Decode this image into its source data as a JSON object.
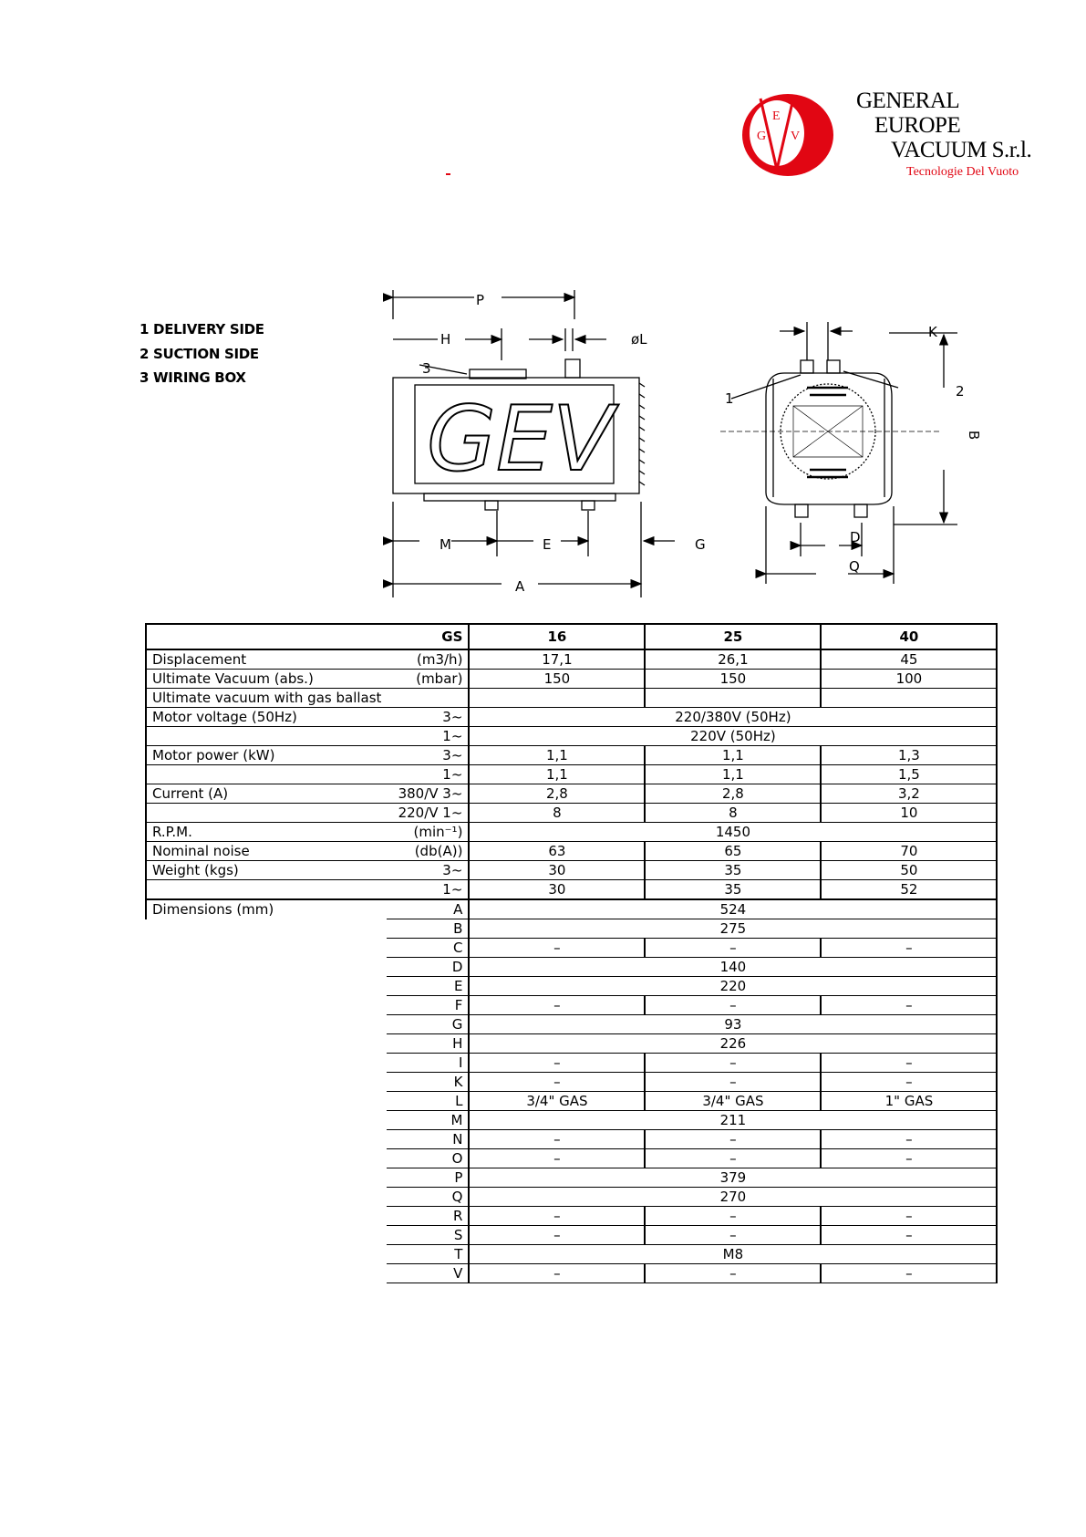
{
  "logo": {
    "letters": [
      "G",
      "E",
      "V"
    ],
    "lines": [
      "GENERAL",
      "EUROPE",
      "VACUUM  S.r.l."
    ],
    "tagline": "Tecnologie Del Vuoto",
    "colors": {
      "red": "#e10613"
    }
  },
  "legend": [
    "1  DELIVERY  SIDE",
    "2  SUCTION  SIDE",
    "3  WIRING  BOX"
  ],
  "drawing": {
    "side_text": "GEV",
    "labels": {
      "P": "P",
      "H": "H",
      "L": "øL",
      "three": "3",
      "M": "M",
      "E": "E",
      "G": "G",
      "A": "A",
      "K": "K",
      "one": "1",
      "two": "2",
      "B": "B",
      "D": "D",
      "Q": "Q"
    }
  },
  "table": {
    "header": {
      "code": "GS",
      "models": [
        "16",
        "25",
        "40"
      ]
    },
    "rows": [
      {
        "label": "Displacement",
        "sub": "(m3/h)",
        "values": [
          "17,1",
          "26,1",
          "45"
        ]
      },
      {
        "label": "Ultimate  Vacuum  (abs.)",
        "sub": "(mbar)",
        "values": [
          "150",
          "150",
          "100"
        ]
      },
      {
        "label": "Ultimate  vacuum  with  gas  ballast",
        "sub": "",
        "values": [
          "",
          "",
          ""
        ]
      },
      {
        "label": "Motor  voltage  (50Hz)",
        "sub": "3~",
        "span": "220/380V  (50Hz)"
      },
      {
        "label": "",
        "sub": "1~",
        "span": "220V  (50Hz)"
      },
      {
        "label": "Motor  power  (kW)",
        "sub": "3~",
        "values": [
          "1,1",
          "1,1",
          "1,3"
        ]
      },
      {
        "label": "",
        "sub": "1~",
        "values": [
          "1,1",
          "1,1",
          "1,5"
        ]
      },
      {
        "label": "Current  (A)",
        "sub": "380/V  3~",
        "values": [
          "2,8",
          "2,8",
          "3,2"
        ]
      },
      {
        "label": "",
        "sub": "220/V  1~",
        "values": [
          "8",
          "8",
          "10"
        ]
      },
      {
        "label": "R.P.M.",
        "sub": "(min⁻¹)",
        "span": "1450"
      },
      {
        "label": "Nominal  noise",
        "sub": "(db(A))",
        "values": [
          "63",
          "65",
          "70"
        ]
      },
      {
        "label": "Weight    (kgs)",
        "sub": "3~",
        "values": [
          "30",
          "35",
          "50"
        ]
      },
      {
        "label": "",
        "sub": "1~",
        "values": [
          "30",
          "35",
          "52"
        ]
      }
    ],
    "dimensions_label": "Dimensions    (mm)",
    "dimensions": [
      {
        "key": "A",
        "span": "524"
      },
      {
        "key": "B",
        "span": "275"
      },
      {
        "key": "C",
        "values": [
          "–",
          "–",
          "–"
        ]
      },
      {
        "key": "D",
        "span": "140"
      },
      {
        "key": "E",
        "span": "220"
      },
      {
        "key": "F",
        "values": [
          "–",
          "–",
          "–"
        ]
      },
      {
        "key": "G",
        "span": "93"
      },
      {
        "key": "H",
        "span": "226"
      },
      {
        "key": "I",
        "values": [
          "–",
          "–",
          "–"
        ]
      },
      {
        "key": "K",
        "values": [
          "–",
          "–",
          "–"
        ]
      },
      {
        "key": "L",
        "values": [
          "3/4\"  GAS",
          "3/4\"  GAS",
          "1\"  GAS"
        ]
      },
      {
        "key": "M",
        "span": "211"
      },
      {
        "key": "N",
        "values": [
          "–",
          "–",
          "–"
        ]
      },
      {
        "key": "O",
        "values": [
          "–",
          "–",
          "–"
        ]
      },
      {
        "key": "P",
        "span": "379"
      },
      {
        "key": "Q",
        "span": "270"
      },
      {
        "key": "R",
        "values": [
          "–",
          "–",
          "–"
        ]
      },
      {
        "key": "S",
        "values": [
          "–",
          "–",
          "–"
        ]
      },
      {
        "key": "T",
        "span": "M8"
      },
      {
        "key": "V",
        "values": [
          "–",
          "–",
          "–"
        ]
      }
    ]
  }
}
